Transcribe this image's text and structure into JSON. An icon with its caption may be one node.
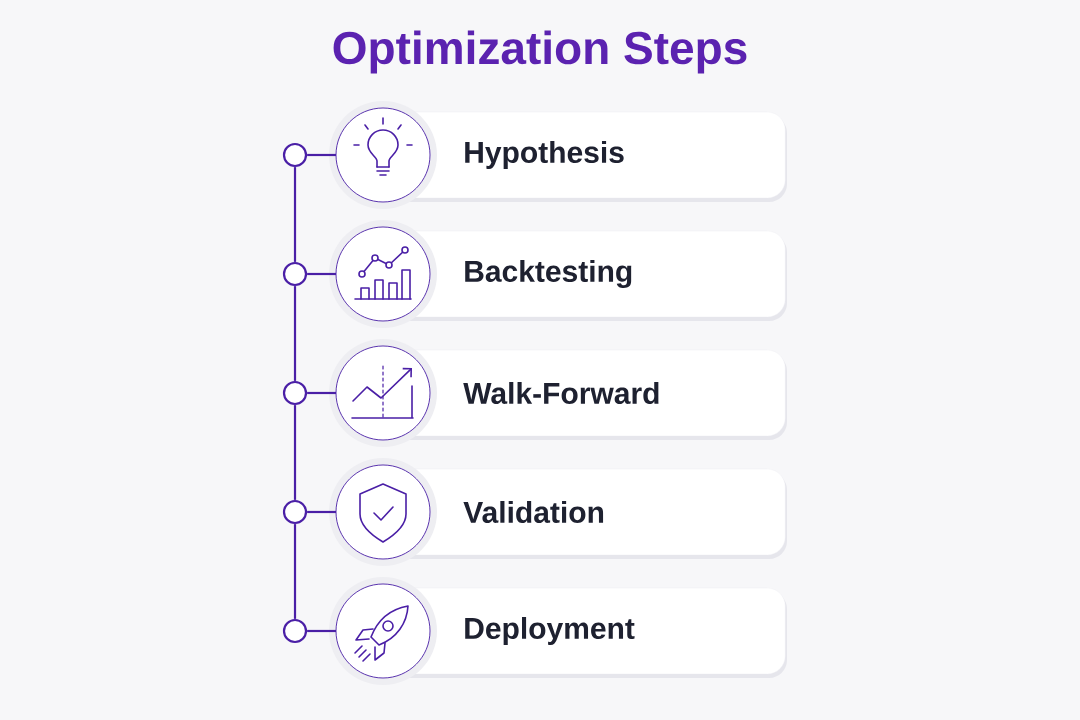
{
  "diagram": {
    "title": "Optimization Steps",
    "nodes": [
      {
        "text": [
          "Hypothesis"
        ]
      },
      {
        "text": [
          "Backtesting"
        ]
      },
      {
        "text": [
          "Walk-Forward"
        ]
      },
      {
        "text": [
          "Validation"
        ]
      },
      {
        "text": [
          "Deployment"
        ]
      },
      {
        "text": [],
        "shape": "circle"
      },
      {
        "text": [],
        "shape": "circle"
      },
      {
        "text": [],
        "shape": "circle"
      },
      {
        "text": [],
        "shape": "circle"
      },
      {
        "text": [],
        "shape": "circle"
      }
    ],
    "edges": [
      {
        "from": 5,
        "to": 6,
        "arrow": "none"
      },
      {
        "from": 6,
        "to": 7,
        "arrow": "none"
      },
      {
        "from": 7,
        "to": 8,
        "arrow": "none"
      },
      {
        "from": 8,
        "to": 9,
        "arrow": "none"
      },
      {
        "from": 5,
        "to": 0,
        "arrow": "none"
      },
      {
        "from": 6,
        "to": 1,
        "arrow": "none"
      },
      {
        "from": 7,
        "to": 2,
        "arrow": "none"
      },
      {
        "from": 8,
        "to": 3,
        "arrow": "none"
      },
      {
        "from": 9,
        "to": 4,
        "arrow": "none"
      }
    ]
  }
}
